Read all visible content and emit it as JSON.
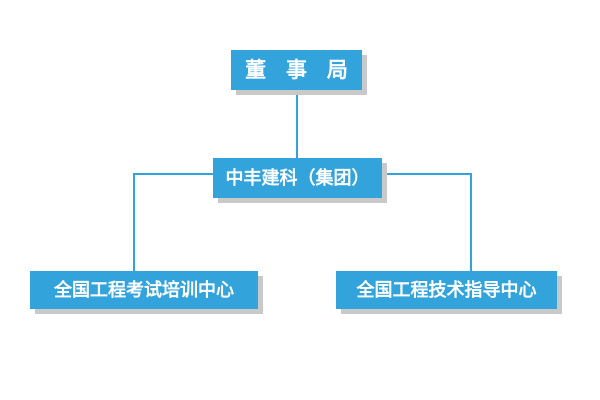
{
  "diagram": {
    "type": "org-chart",
    "background_color": "#ffffff",
    "node_color": "#33a3dc",
    "node_text_color": "#ffffff",
    "shadow_color": "#c9c9c9",
    "connector_color": "#33a3dc",
    "nodes": [
      {
        "id": "board",
        "label": "董 事 局",
        "level": 0
      },
      {
        "id": "group",
        "label": "中丰建科（集团）",
        "level": 1
      },
      {
        "id": "exam-center",
        "label": "全国工程考试培训中心",
        "level": 2
      },
      {
        "id": "tech-center",
        "label": "全国工程技术指导中心",
        "level": 2
      }
    ],
    "edges": [
      {
        "from": "board",
        "to": "group"
      },
      {
        "from": "group",
        "to": "exam-center"
      },
      {
        "from": "group",
        "to": "tech-center"
      }
    ]
  }
}
